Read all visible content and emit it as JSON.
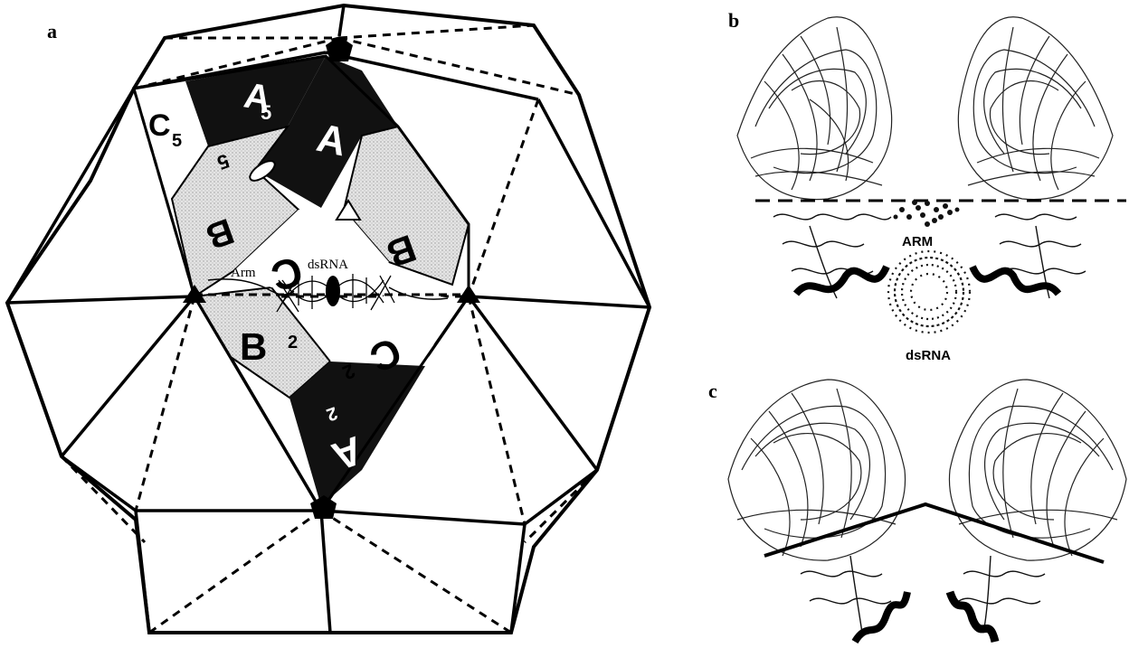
{
  "panel_a": {
    "label": "a",
    "units": {
      "A": "A",
      "A5": "A",
      "A5_sub": "5",
      "A2": "A",
      "A2_sub": "2",
      "B": "B",
      "B5": "B",
      "B5_sub": "5",
      "B2": "B",
      "B2_sub": "2",
      "C": "C",
      "C5": "C",
      "C5_sub": "5",
      "C2": "C",
      "C2_sub": "2"
    },
    "arm_label": "Arm",
    "dsrna_label": "dsRNA",
    "colors": {
      "dark": "#111111",
      "stipple": "#d8d8d8",
      "line": "#000000"
    }
  },
  "panel_b": {
    "label": "b",
    "arm_label": "ARM",
    "dsrna_label": "dsRNA"
  },
  "panel_c": {
    "label": "c"
  }
}
